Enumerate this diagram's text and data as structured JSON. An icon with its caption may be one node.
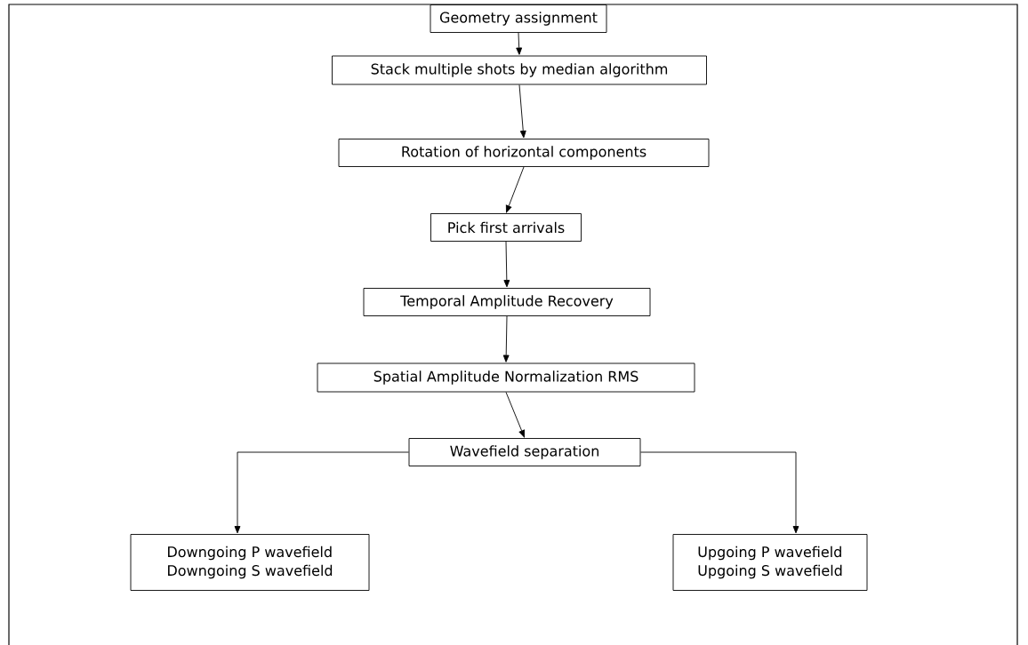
{
  "diagram": {
    "nodes": [
      {
        "text": [
          "Geometry assignment"
        ]
      },
      {
        "text": [
          "Stack multiple shots by median algorithm"
        ]
      },
      {
        "text": [
          "Rotation of horizontal components"
        ]
      },
      {
        "text": [
          "Pick first arrivals"
        ]
      },
      {
        "text": [
          "Temporal Amplitude Recovery"
        ]
      },
      {
        "text": [
          "Spatial Amplitude Normalization RMS"
        ]
      },
      {
        "text": [
          "Wavefield separation"
        ]
      },
      {
        "text": [
          "Downgoing P wavefield",
          "Downgoing S wavefield"
        ]
      },
      {
        "text": [
          "Upgoing P wavefield",
          "Upgoing S wavefield"
        ]
      }
    ],
    "edges": [
      {
        "from": 0,
        "to": 1,
        "arrow": "to"
      },
      {
        "from": 1,
        "to": 2,
        "arrow": "to"
      },
      {
        "from": 2,
        "to": 3,
        "arrow": "to"
      },
      {
        "from": 3,
        "to": 4,
        "arrow": "to"
      },
      {
        "from": 4,
        "to": 5,
        "arrow": "to"
      },
      {
        "from": 5,
        "to": 6,
        "arrow": "to"
      },
      {
        "from": 6,
        "to": 7,
        "arrow": "to"
      },
      {
        "from": 6,
        "to": 8,
        "arrow": "to"
      }
    ]
  }
}
